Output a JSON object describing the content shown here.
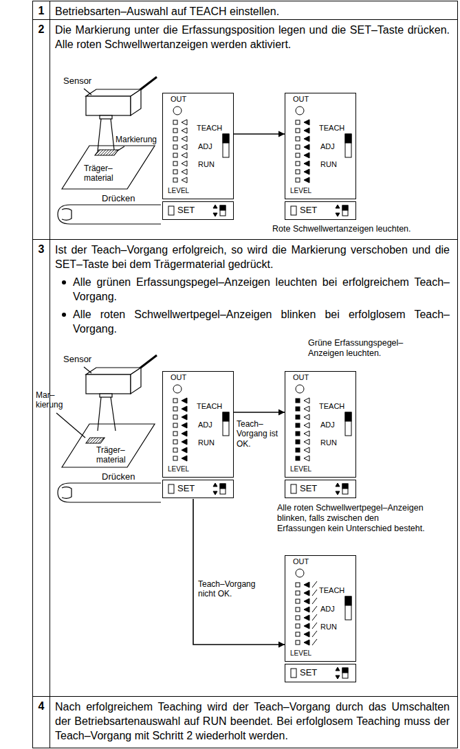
{
  "diagram": {
    "nodes": [
      {
        "text": [
          "1",
          "Betriebsarten–Auswahl auf TEACH einstellen."
        ]
      },
      {
        "text": [
          "2",
          "Die Markierung unter die Erfassungsposition legen und die SET–Taste drücken. Alle roten Schwellwertanzeigen werden aktiviert."
        ]
      },
      {
        "text": [
          "OUT",
          "LEVEL",
          "TEACH",
          "ADJ",
          "RUN",
          "SET"
        ],
        "in": 1
      },
      {
        "text": [
          "OUT",
          "LEVEL",
          "TEACH",
          "ADJ",
          "RUN",
          "SET"
        ],
        "in": 1
      },
      {
        "text": [
          "3",
          "Ist der Teach–Vorgang erfolgreich, so wird die Markierung verschoben und die SET–Taste bei dem Trägermaterial gedrückt.",
          "Alle grünen Erfassungspegel–Anzeigen leuchten bei erfolgreichem Teach–Vorgang.",
          "Alle roten Schwellwertpegel–Anzeigen blinken bei erfolglosem Teach–Vorgang."
        ]
      },
      {
        "text": [
          "OUT",
          "LEVEL",
          "TEACH",
          "ADJ",
          "RUN",
          "SET"
        ],
        "in": 4
      },
      {
        "text": [
          "OUT",
          "LEVEL",
          "TEACH",
          "ADJ",
          "RUN",
          "SET"
        ],
        "in": 4
      },
      {
        "text": [
          "OUT",
          "LEVEL",
          "TEACH",
          "ADJ",
          "RUN",
          "SET"
        ],
        "in": 4
      },
      {
        "text": [
          "4",
          "Nach erfolgreichem Teaching wird der Teach–Vorgang durch das Umschalten der Betriebsartenauswahl auf RUN beendet. Bei erfolglosem Teaching muss der Teach–Vorgang mit Schritt 2 wiederholt werden."
        ]
      }
    ],
    "edges": [
      {
        "from": 2,
        "to": 3,
        "arrow": "to"
      },
      {
        "from": 5,
        "to": 6,
        "arrow": "to",
        "label": "Teach–Vorgang ist OK."
      },
      {
        "from": 5,
        "to": 7,
        "arrow": "to",
        "label": "Teach–Vorgang nicht OK."
      }
    ],
    "labels": [
      "Sensor",
      "Markierung",
      "Träger–material",
      "Drücken",
      "Rote Schwellwertanzeigen leuchten.",
      "Sensor",
      "Mar–kierung",
      "Träger–material",
      "Drücken",
      "Grüne Erfassungspegel–Anzeigen leuchten.",
      "Alle roten Schwellwertpegel–Anzeigen blinken, falls zwischen den Erfassungen kein Unterschied besteht."
    ]
  }
}
